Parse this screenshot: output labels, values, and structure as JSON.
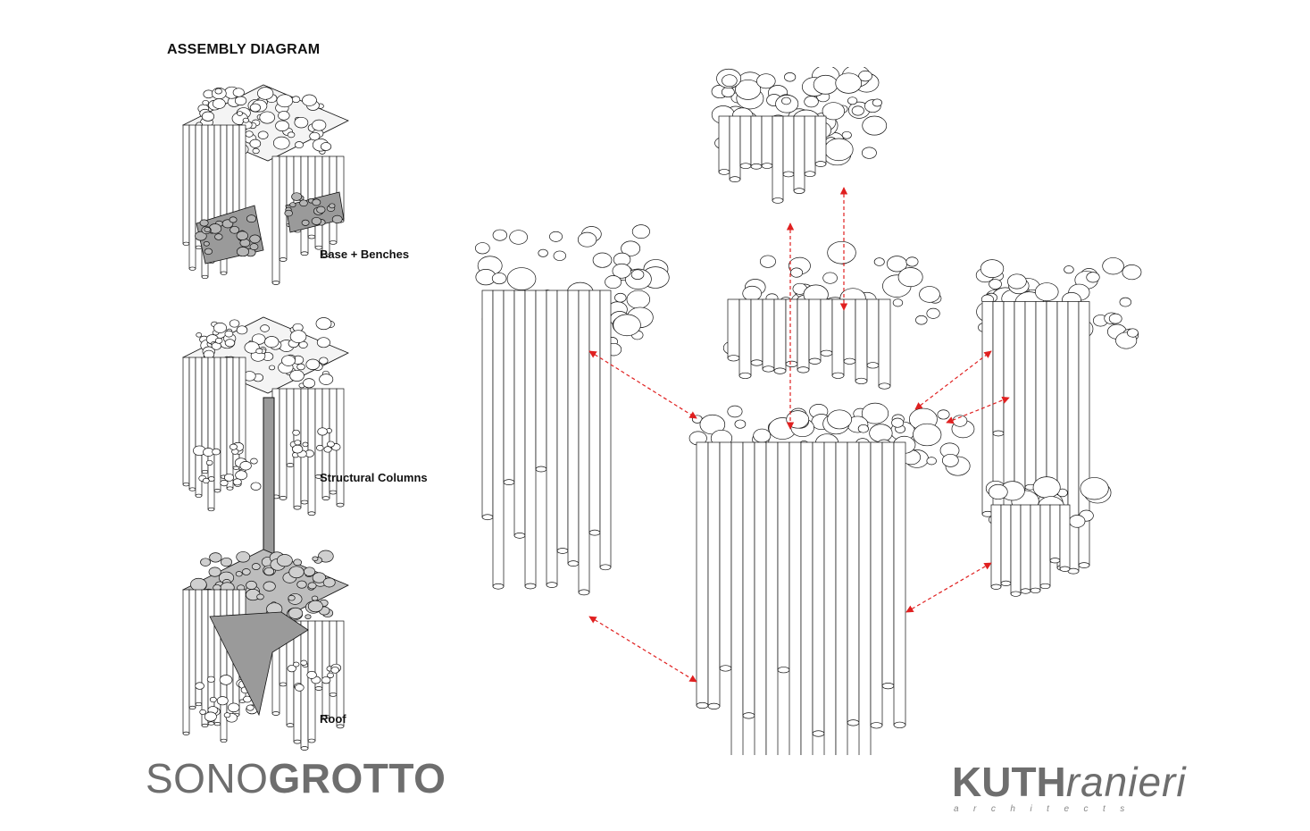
{
  "heading": "ASSEMBLY DIAGRAM",
  "steps": [
    {
      "label": "Base + Benches"
    },
    {
      "label": "Structural Columns"
    },
    {
      "label": "Roof"
    }
  ],
  "brand": {
    "light": "SONO",
    "bold": "GROTTO"
  },
  "logo": {
    "kuth": "KUTH",
    "ranieri": "ranieri",
    "sub": "architects"
  },
  "colors": {
    "arrow": "#e02020",
    "ink": "#111111",
    "shade": "#9a9a9a",
    "brand": "#6e6e6e"
  }
}
